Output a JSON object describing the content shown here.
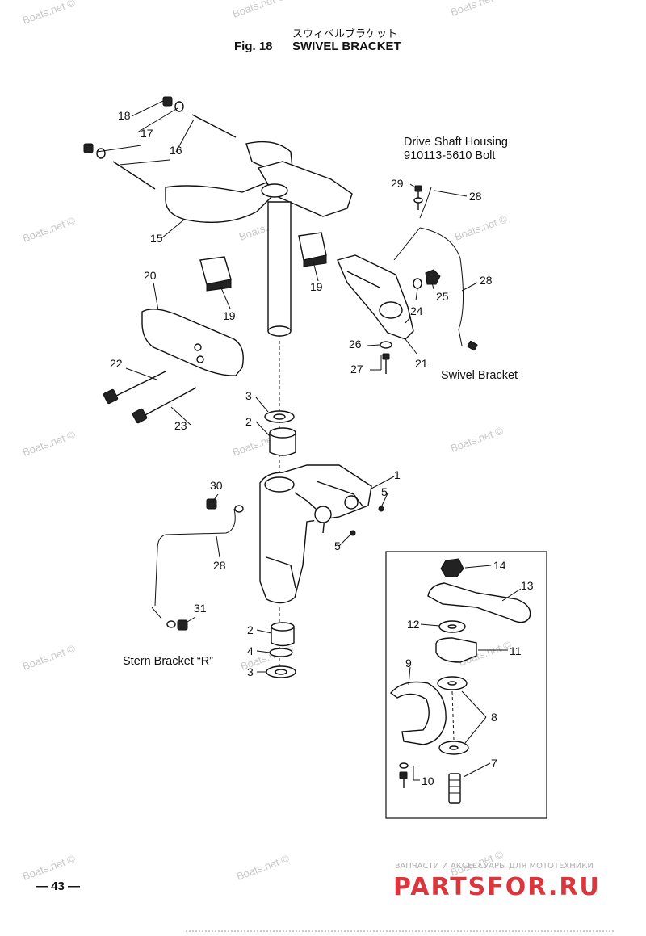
{
  "header": {
    "japanese_title": "スウィベルブラケット",
    "figure_number": "Fig. 18",
    "title": "SWIVEL BRACKET"
  },
  "captions": {
    "drive_shaft_housing": "Drive Shaft Housing",
    "bolt": "910113-5610 Bolt",
    "swivel_bracket": "Swivel Bracket",
    "stern_bracket": "Stern Bracket “R”"
  },
  "callouts": {
    "c1": "1",
    "c2a": "2",
    "c2b": "2",
    "c3a": "3",
    "c3b": "3",
    "c4": "4",
    "c5a": "5",
    "c5b": "5",
    "c7": "7",
    "c8": "8",
    "c9": "9",
    "c10": "10",
    "c11": "11",
    "c12": "12",
    "c13": "13",
    "c14": "14",
    "c15": "15",
    "c16": "16",
    "c17": "17",
    "c18": "18",
    "c19a": "19",
    "c19b": "19",
    "c20": "20",
    "c21": "21",
    "c22": "22",
    "c23": "23",
    "c24": "24",
    "c25": "25",
    "c26": "26",
    "c27": "27",
    "c28a": "28",
    "c28b": "28",
    "c28c": "28",
    "c29": "29",
    "c30": "30",
    "c31": "31"
  },
  "watermark": "Boats.net ©",
  "page_number": "— 43 —",
  "brand": {
    "tagline": "ЗАПЧАСТИ И АКСЕССУАРЫ ДЛЯ МОТОТЕХНИКИ",
    "name": "PARTSFOR.RU",
    "color": "#d9363e"
  }
}
